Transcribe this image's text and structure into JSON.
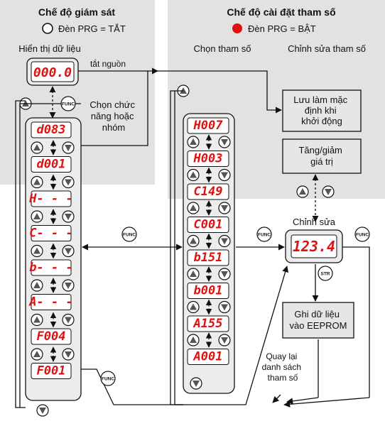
{
  "monitor_mode": {
    "title": "Chế độ giám sát",
    "lamp_label": "Đèn PRG = TẮT",
    "data_display_label": "Hiển thị dữ liệu",
    "initial_display": "000.0",
    "power_off_label": "tắt nguồn",
    "select_function_label": [
      "Chọn chức",
      "năng hoặc",
      "nhóm"
    ],
    "displays": [
      "d083",
      "d001",
      "H- - -",
      "C- - -",
      "b- - -",
      "A- - -",
      "F004",
      "F001"
    ]
  },
  "param_mode": {
    "title": "Chế độ cài đặt tham số",
    "lamp_label": "Đèn PRG = BẬT",
    "select_param_label": "Chọn tham số",
    "edit_param_label": "Chỉnh sửa tham số",
    "displays": [
      "H007",
      "H003",
      "C149",
      "C001",
      "b151",
      "b001",
      "A155",
      "A001"
    ],
    "save_default_box": [
      "Lưu làm mặc",
      "định khi",
      "khởi động"
    ],
    "inc_dec_box": [
      "Tăng/giảm",
      "giá trị"
    ],
    "edit_label": "Chỉnh sửa",
    "edit_value": "123.4",
    "write_eeprom_box": [
      "Ghi dữ liệu",
      "vào EEPROM"
    ],
    "return_label": [
      "Quay lại",
      "danh sách",
      "tham số"
    ]
  },
  "keys": {
    "func": "FUNC",
    "str": "STR"
  },
  "colors": {
    "panel": "#e2e2e2",
    "display": "#e01010",
    "lamp_on": "#e01010",
    "box": "#e6e6e6"
  }
}
